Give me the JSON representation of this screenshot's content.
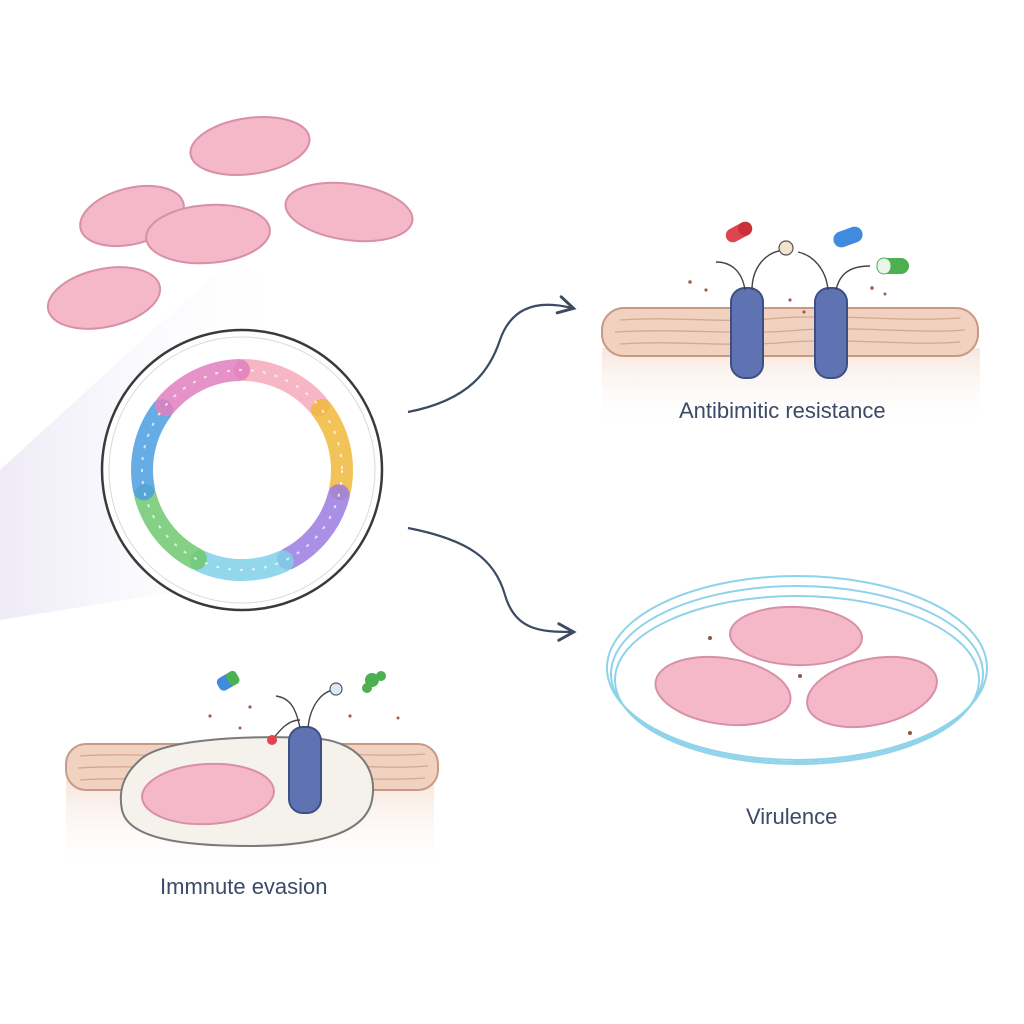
{
  "labels": {
    "antibiotic": "Antibimitic resistance",
    "virulence": "Virulence",
    "immune": "Immnute evasion"
  },
  "colors": {
    "bacterium_fill": "#f4b8c8",
    "bacterium_stroke": "#d890a8",
    "membrane_fill": "#f1d2c0",
    "membrane_stroke": "#c89a86",
    "pump_fill": "#5f73b3",
    "arrow": "#3d4a63",
    "ring_blue": "#8fd3ea",
    "text": "#3b4a66",
    "pill_red": "#e0444e",
    "pill_blue": "#3f8be0",
    "pill_green": "#4caf50"
  },
  "plasmid_segments": [
    "#f6a9b8",
    "#f0b93a",
    "#9a7be0",
    "#7fd0e8",
    "#6ec86e",
    "#4c9fe0",
    "#e07fc0"
  ]
}
